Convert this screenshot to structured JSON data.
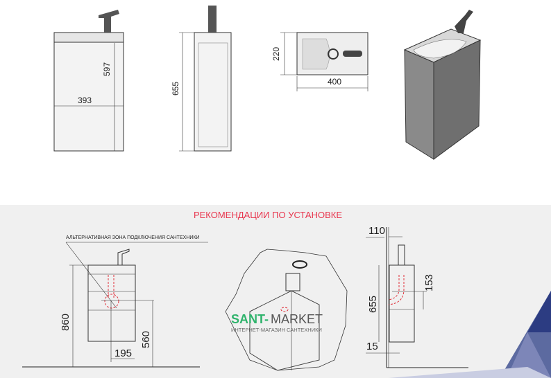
{
  "top_views": {
    "front": {
      "height_dim": "597",
      "width_dim": "393"
    },
    "side": {
      "height_dim": "655"
    },
    "plan": {
      "depth_dim": "220",
      "width_dim": "400"
    }
  },
  "installation": {
    "heading": "РЕКОМЕНДАЦИИ ПО УСТАНОВКЕ",
    "heading_color": "#e8364e",
    "front": {
      "annotation": "АЛЬТЕРНАТИВНАЯ ЗОНА ПОДКЛЮЧЕНИЯ САНТЕХНИКИ",
      "total_height": "860",
      "connection_height": "560",
      "connection_offset": "195"
    },
    "side": {
      "wall_offset": "110",
      "height": "655",
      "pipe_dim": "153",
      "floor_gap": "15"
    }
  },
  "watermark": {
    "brand_part1": "SANT-",
    "brand_part2": "MARKET",
    "subtitle": "ИНТЕРНЕТ-МАГАЗИН САНТЕХНИКИ",
    "brand_color": "#2fb36c"
  }
}
